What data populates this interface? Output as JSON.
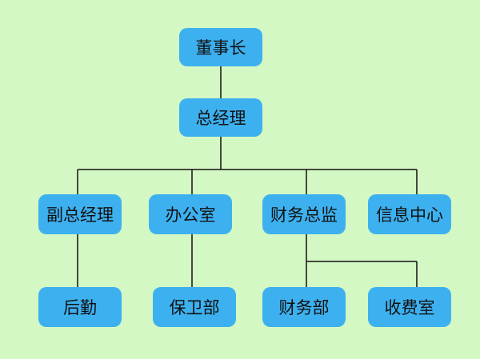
{
  "nodes": {
    "chairman": "董事长",
    "general_manager": "总经理",
    "vice_general_manager": "副总经理",
    "office": "办公室",
    "finance_director": "财务总监",
    "info_center": "信息中心",
    "logistics": "后勤",
    "security": "保卫部",
    "finance_dept": "财务部",
    "cashier_office": "收费室"
  },
  "colors": {
    "background": "#d4f8c4",
    "node_fill": "#3db1f0",
    "connector": "#111111",
    "text": "#111111"
  }
}
